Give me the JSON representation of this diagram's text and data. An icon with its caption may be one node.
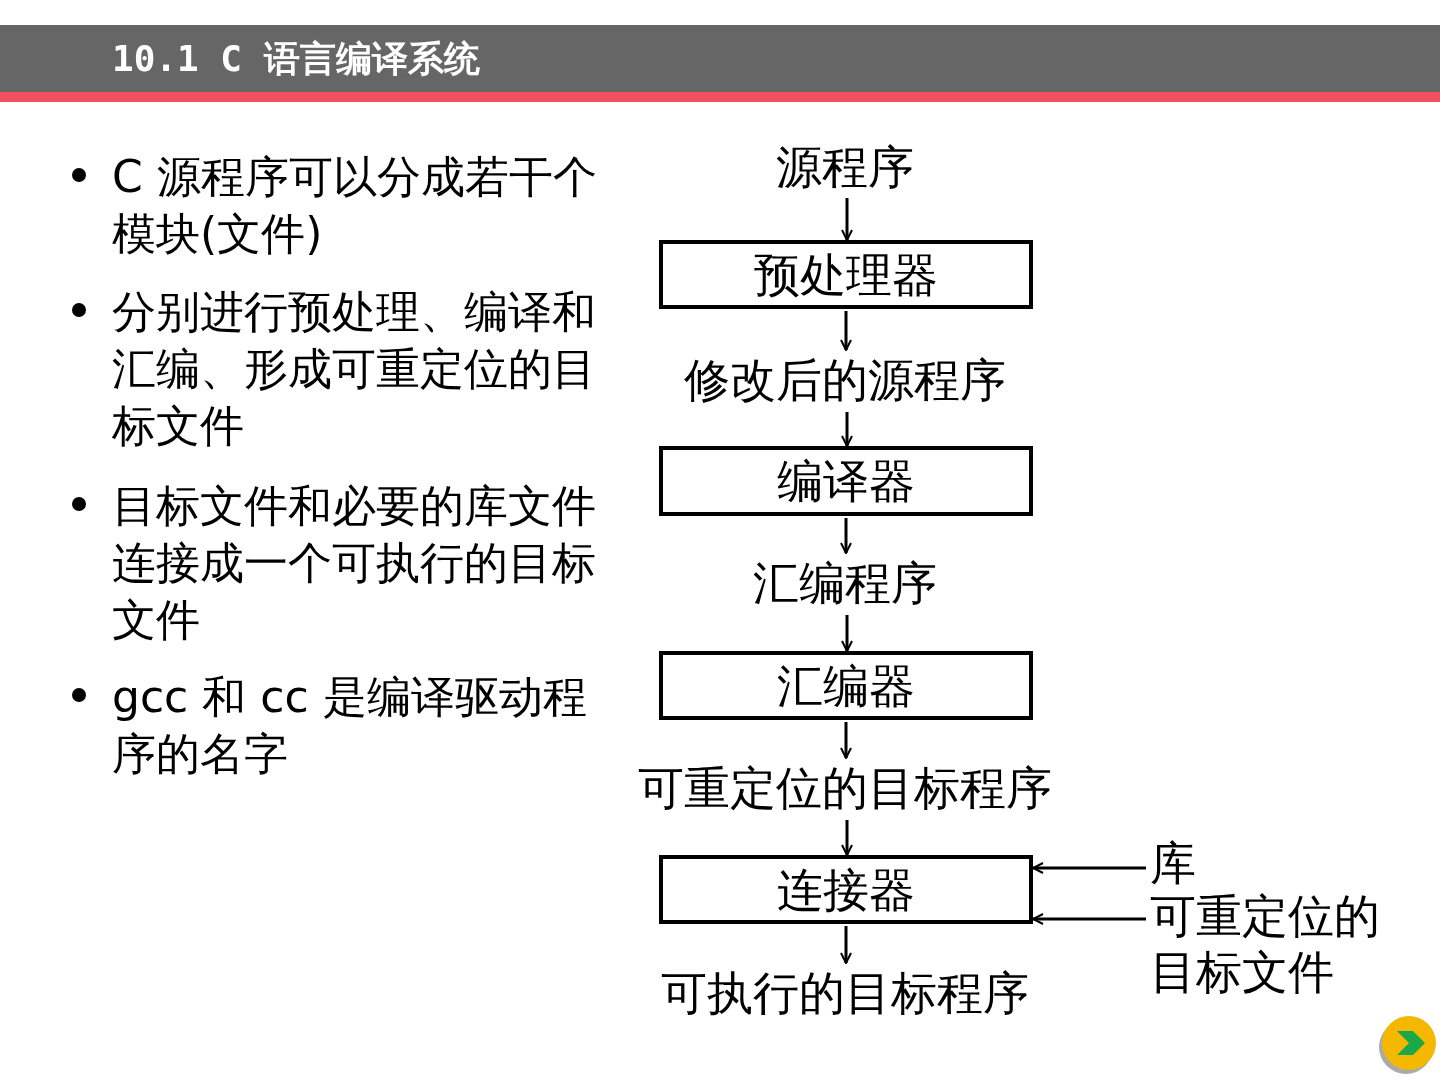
{
  "diagram": {
    "title": "10.1 C 语言编译系统",
    "nodes": [
      {
        "text": [
          "源程序"
        ]
      },
      {
        "text": [
          "预处理器"
        ]
      },
      {
        "text": [
          "修改后的源程序"
        ]
      },
      {
        "text": [
          "编译器"
        ]
      },
      {
        "text": [
          "汇编程序"
        ]
      },
      {
        "text": [
          "汇编器"
        ]
      },
      {
        "text": [
          "可重定位的目标程序"
        ]
      },
      {
        "text": [
          "连接器"
        ]
      },
      {
        "text": [
          "可执行的目标程序"
        ]
      },
      {
        "text": [
          "库"
        ]
      },
      {
        "text": [
          "可重定位的目标文件"
        ]
      }
    ],
    "edges": [
      {
        "from": 0,
        "to": 1,
        "arrow": "to"
      },
      {
        "from": 1,
        "to": 2,
        "arrow": "to"
      },
      {
        "from": 2,
        "to": 3,
        "arrow": "to"
      },
      {
        "from": 3,
        "to": 4,
        "arrow": "to"
      },
      {
        "from": 4,
        "to": 5,
        "arrow": "to"
      },
      {
        "from": 5,
        "to": 6,
        "arrow": "to"
      },
      {
        "from": 6,
        "to": 7,
        "arrow": "to"
      },
      {
        "from": 7,
        "to": 8,
        "arrow": "to"
      },
      {
        "from": 9,
        "to": 7,
        "arrow": "to"
      },
      {
        "from": 10,
        "to": 7,
        "arrow": "to"
      }
    ],
    "labels": [
      "C 源程序可以分成若干个模块(文件)",
      "分别进行预处理、编译和汇编、形成可重定位的目标文件",
      "目标文件和必要的库文件连接成一个可执行的目标文件",
      "gcc 和 cc 是编译驱动程序的名字"
    ]
  }
}
